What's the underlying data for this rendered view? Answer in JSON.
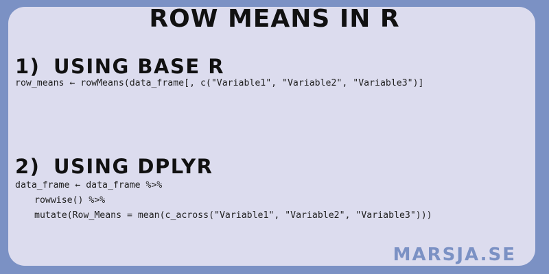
{
  "title": "ROW MEANS IN R",
  "sections": [
    {
      "number": "1)",
      "heading": "USING BASE R",
      "code_lines": [
        "row_means ← rowMeans(data_frame[, c(\"Variable1\", \"Variable2\", \"Variable3\")]"
      ]
    },
    {
      "number": "2)",
      "heading": "USING DPLYR",
      "code_lines": [
        "data_frame ← data_frame %>%",
        "rowwise() %>%",
        "mutate(Row_Means = mean(c_across(\"Variable1\", \"Variable2\", \"Variable3\")))"
      ]
    }
  ],
  "brand": "MARSJA.SE",
  "colors": {
    "background": "#7b91c4",
    "card": "#dcdcee",
    "text": "#111111",
    "brand": "#7b91c4"
  }
}
